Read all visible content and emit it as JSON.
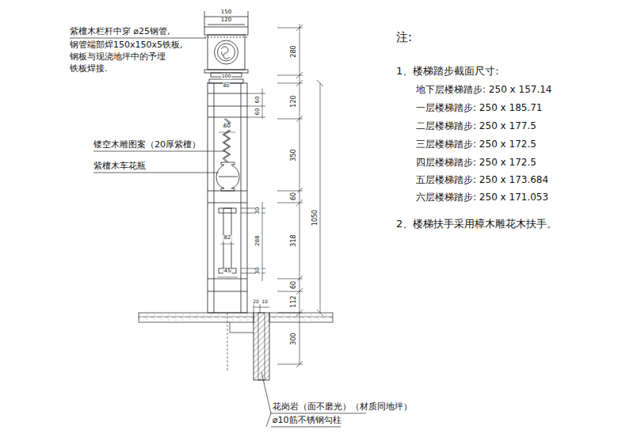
{
  "diagram": {
    "title": "注:",
    "labels": [
      "紫檀木栏杆中穿 ⌀25钢管,",
      "钢管端部焊150x150x5铁板,",
      "钢板与现浇地坪中的予埋",
      "铁板焊接.",
      "镂空木雕图案（20厚紫檀）",
      "紫檀木车花瓶",
      "150",
      "120",
      "100",
      "80",
      "280",
      "60",
      "60",
      "120",
      "60",
      "350",
      "60",
      "30",
      "82",
      "288",
      "30",
      "45",
      "318",
      "60",
      "112",
      "1050",
      "20",
      "10",
      "300",
      "花岗岩（面不磨光）（材质同地坪）",
      "⌀10筋不锈钢勾柱",
      "1、楼梯踏步截面尺寸:",
      "地下层楼梯踏步: 250 x 157.14",
      "一层楼梯踏步: 250 x 185.71",
      "二层楼梯踏步: 250 x 177.5",
      "三层楼梯踏步: 250 x 172.5",
      "四层楼梯踏步: 250 x 172.5",
      "五层楼梯踏步: 250 x 173.684",
      "六层楼梯踏步: 250 x 171.053",
      "2、楼梯扶手采用樟木雕花木扶手。"
    ]
  }
}
